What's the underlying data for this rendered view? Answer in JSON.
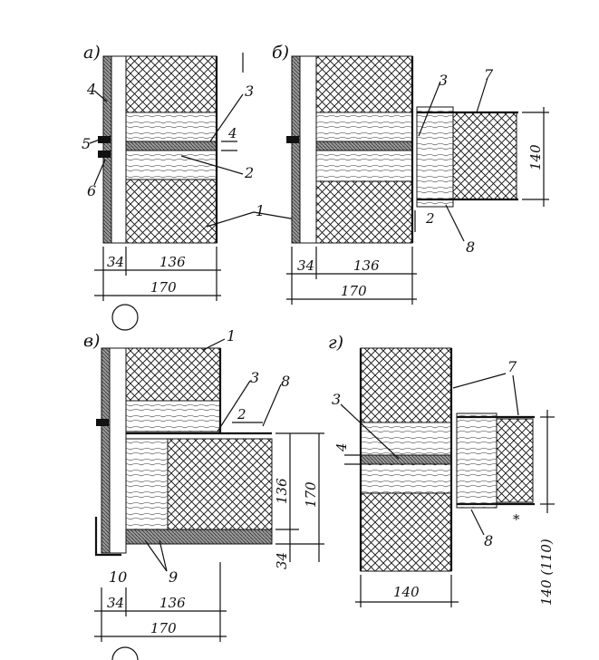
{
  "panels": {
    "a": {
      "title": "а)",
      "callouts": [
        "4",
        "5",
        "6",
        "3",
        "2",
        "1"
      ],
      "dims": {
        "small": "4",
        "left": "34",
        "mid": "136",
        "total": "170"
      }
    },
    "b": {
      "title": "б)",
      "callouts": [
        "3",
        "7",
        "8"
      ],
      "dims": {
        "small": "2",
        "left": "34",
        "mid": "136",
        "total": "170",
        "height": "140"
      }
    },
    "c": {
      "title": "в)",
      "callouts": [
        "1",
        "3",
        "8",
        "10",
        "9"
      ],
      "dims": {
        "small": "2",
        "v136": "136",
        "v170": "170",
        "v34": "34",
        "left": "34",
        "mid": "136",
        "total": "170"
      }
    },
    "d": {
      "title": "г)",
      "callouts": [
        "7",
        "3",
        "8"
      ],
      "dims": {
        "small": "4",
        "height": "140 (110)",
        "star": "*",
        "bottom": "140"
      }
    }
  },
  "colors": {
    "line": "#111111",
    "background": "#ffffff"
  }
}
